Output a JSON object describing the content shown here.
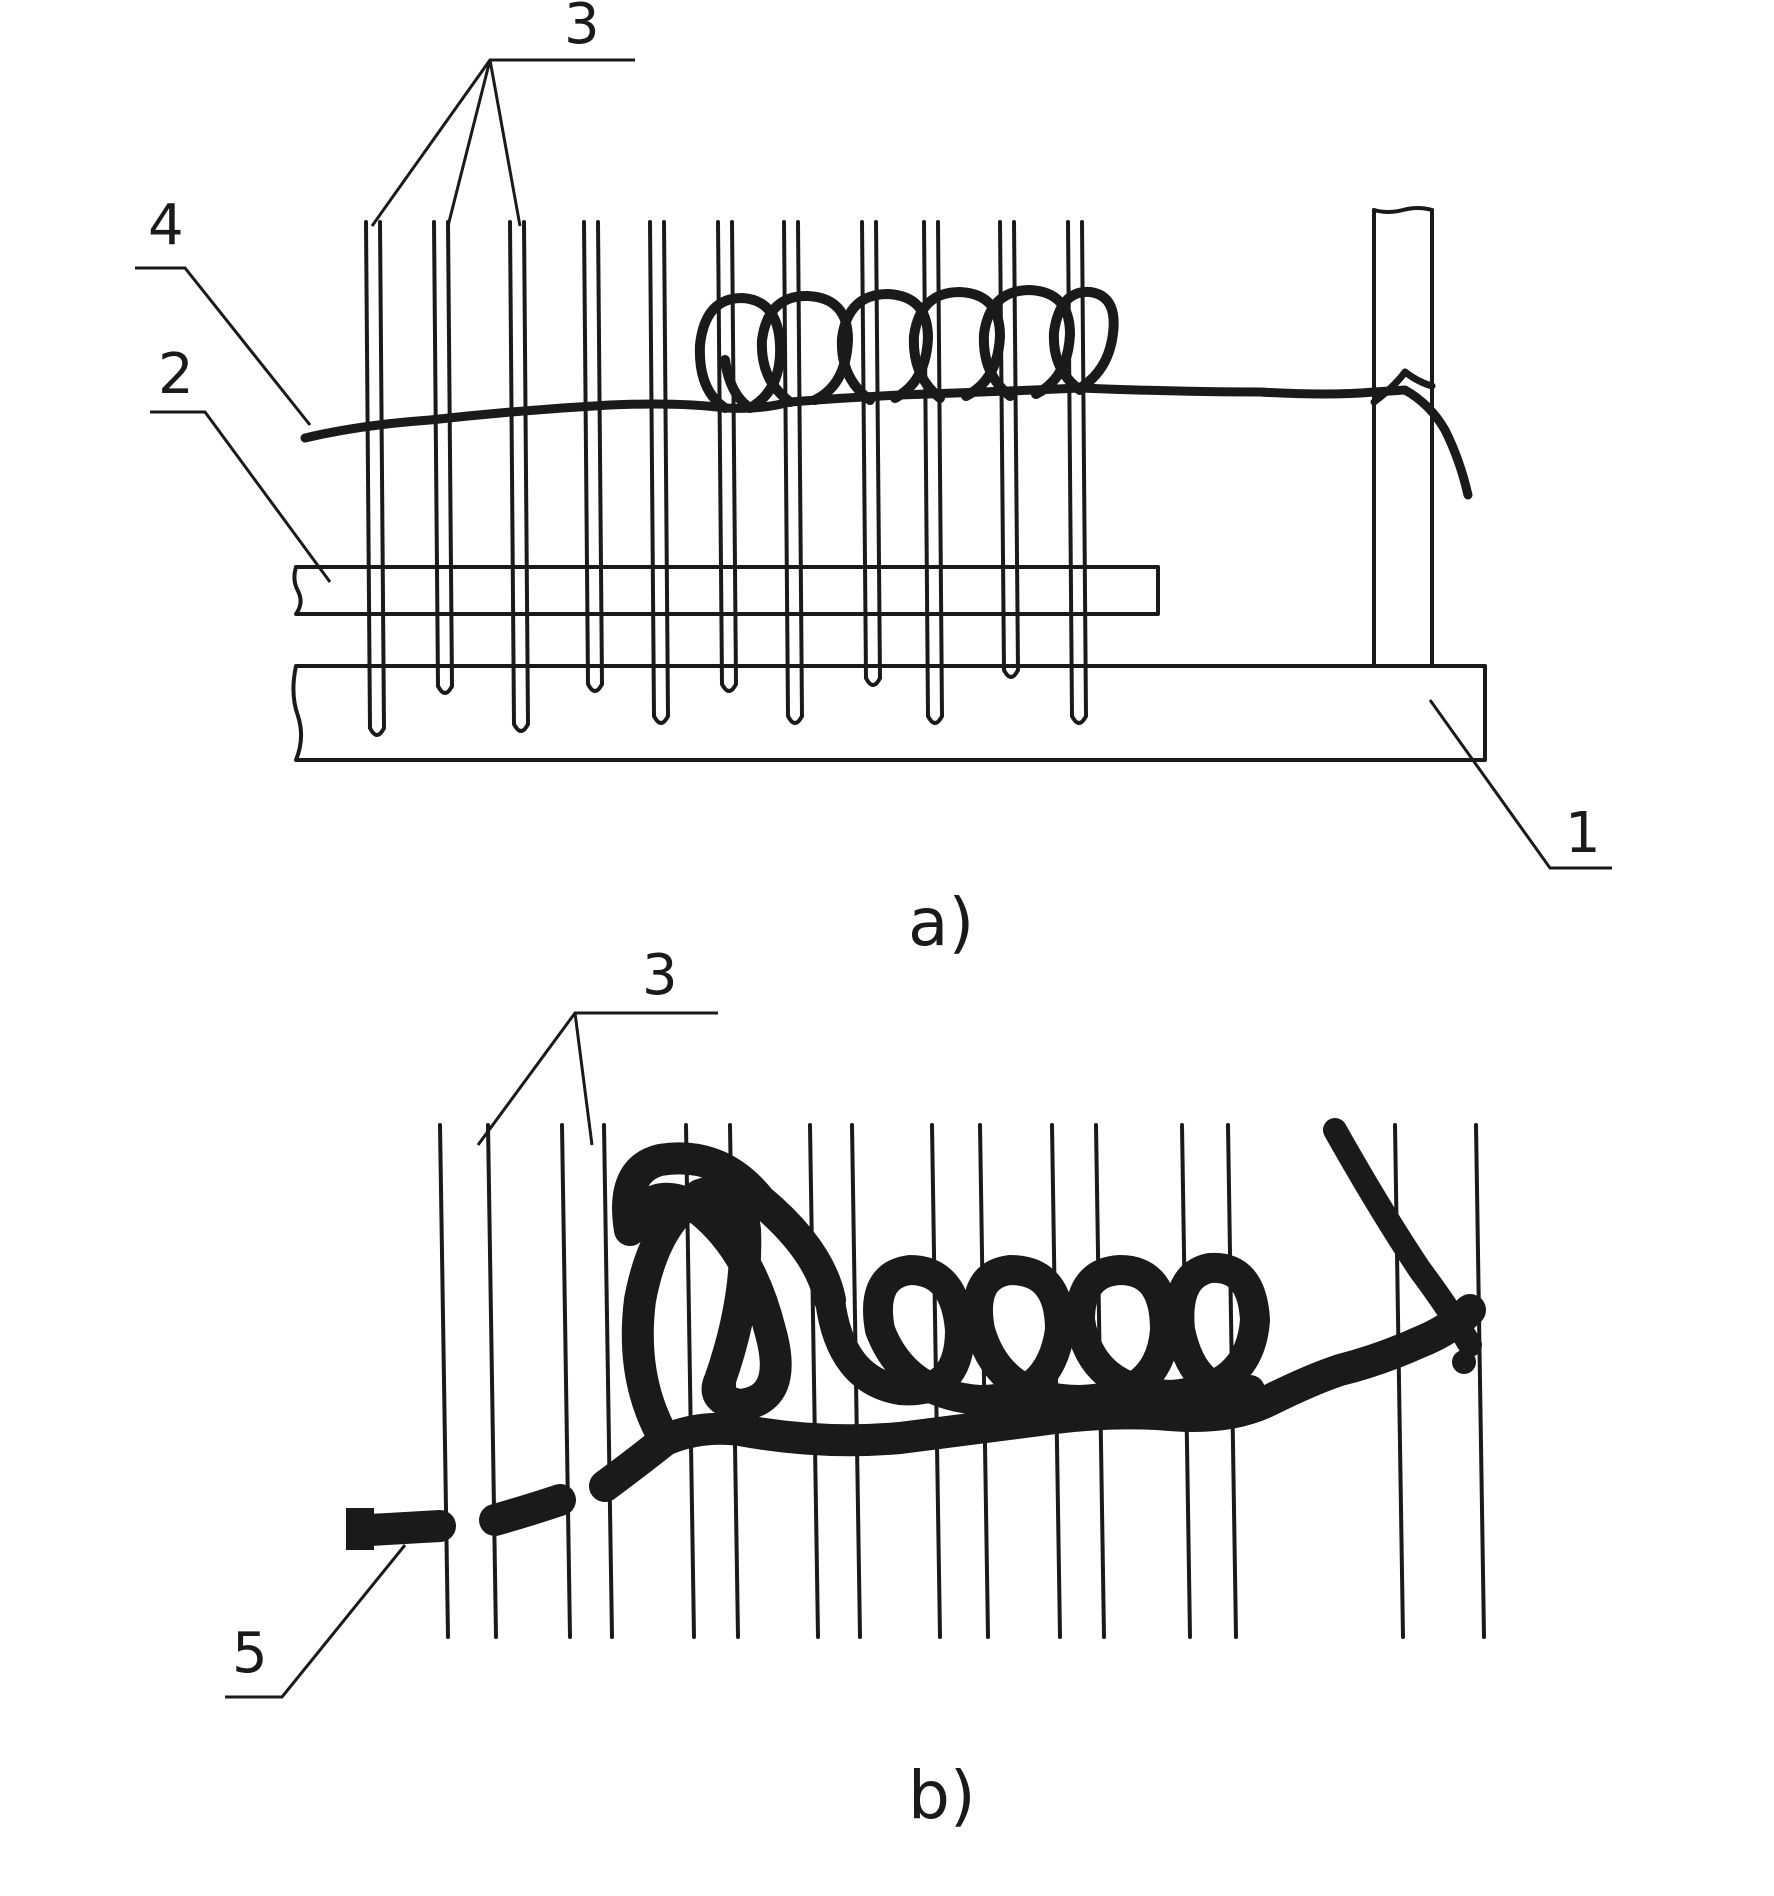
{
  "figure_a": {
    "caption": "a)",
    "callouts": {
      "needles": "3",
      "yarn": "4",
      "bar_upper": "2",
      "bar_lower": "1"
    }
  },
  "figure_b": {
    "caption": "b)",
    "callouts": {
      "needles": "3",
      "yarn": "5"
    }
  },
  "colors": {
    "line": "#1a1a1a",
    "background": "#ffffff"
  }
}
